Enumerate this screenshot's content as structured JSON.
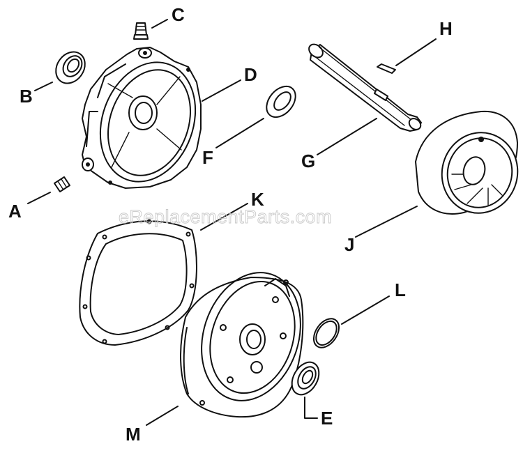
{
  "watermark": "eReplacementParts.com",
  "parts": [
    {
      "id": "A",
      "label": "A"
    },
    {
      "id": "B",
      "label": "B"
    },
    {
      "id": "C",
      "label": "C"
    },
    {
      "id": "D",
      "label": "D"
    },
    {
      "id": "E",
      "label": "E"
    },
    {
      "id": "F",
      "label": "F"
    },
    {
      "id": "G",
      "label": "G"
    },
    {
      "id": "H",
      "label": "H"
    },
    {
      "id": "J",
      "label": "J"
    },
    {
      "id": "K",
      "label": "K"
    },
    {
      "id": "L",
      "label": "L"
    },
    {
      "id": "M",
      "label": "M"
    }
  ]
}
